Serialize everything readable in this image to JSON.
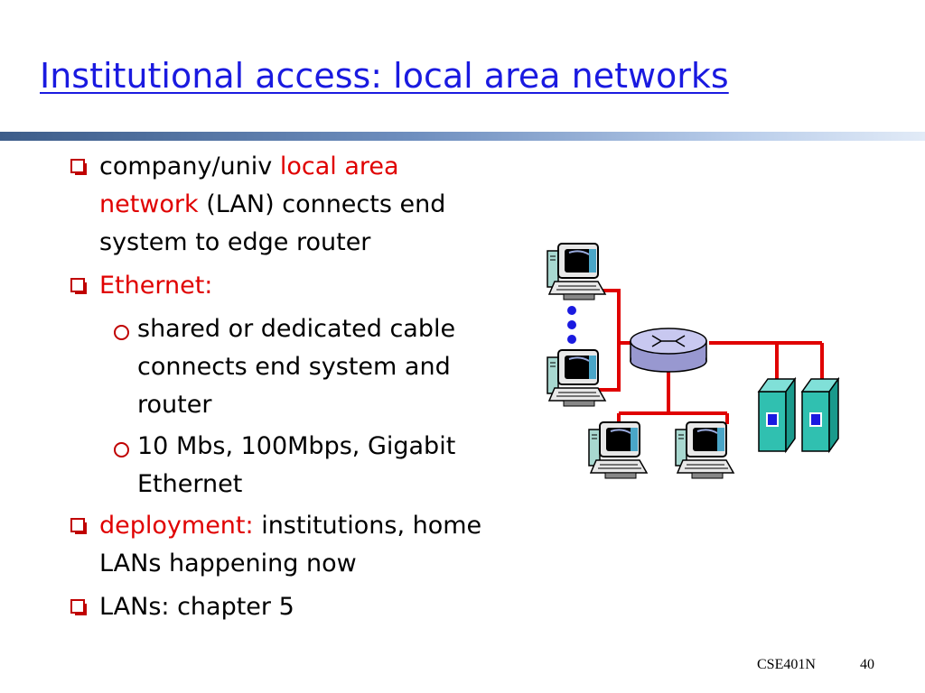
{
  "slide": {
    "title": "Institutional access: local area networks",
    "bullets": [
      {
        "level": 1,
        "parts": [
          {
            "text": "company/univ ",
            "color": "black"
          },
          {
            "text": "local area network",
            "color": "red"
          },
          {
            "text": " (LAN) connects end system to edge router",
            "color": "black"
          }
        ]
      },
      {
        "level": 1,
        "parts": [
          {
            "text": "Ethernet:",
            "color": "red"
          }
        ]
      },
      {
        "level": 2,
        "parts": [
          {
            "text": "shared or dedicated cable connects end system and router",
            "color": "black"
          }
        ]
      },
      {
        "level": 2,
        "parts": [
          {
            "text": "10 Mbs, 100Mbps, Gigabit Ethernet",
            "color": "black"
          }
        ]
      },
      {
        "level": 1,
        "parts": [
          {
            "text": "deployment:",
            "color": "red"
          },
          {
            "text": " institutions, home LANs happening now",
            "color": "black"
          }
        ]
      },
      {
        "level": 1,
        "parts": [
          {
            "text": "LANs:  chapter 5",
            "color": "black"
          }
        ]
      }
    ],
    "footer": {
      "course": "CSE401N",
      "page": "40"
    }
  },
  "colors": {
    "title": "#1a1ae0",
    "accent_red": "#e00000",
    "bullet_red": "#c00000",
    "link_line": "#e00000",
    "router_fill": "#c8c8f0",
    "server_fill": "#30c0b0"
  },
  "diagram": {
    "icons": [
      "computer-icon",
      "computer-icon",
      "computer-icon",
      "computer-icon",
      "router-icon",
      "server-icon",
      "server-icon"
    ]
  }
}
